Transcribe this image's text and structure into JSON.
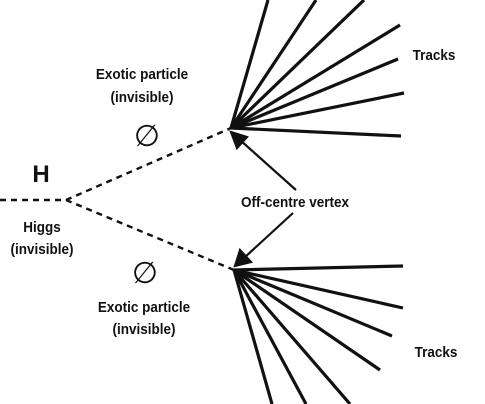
{
  "colors": {
    "background": "#ffffff",
    "ink": "#111111"
  },
  "labels": {
    "higgs_symbol": "H",
    "higgs_name": "Higgs",
    "higgs_note": "(invisible)",
    "exotic_top_name": "Exotic particle",
    "exotic_top_note": "(invisible)",
    "exotic_bottom_name": "Exotic particle",
    "exotic_bottom_note": "(invisible)",
    "null_symbol_top": "∅",
    "null_symbol_bottom": "∅",
    "vertex_callout": "Off-centre vertex",
    "tracks_top": "Tracks",
    "tracks_bottom": "Tracks"
  }
}
